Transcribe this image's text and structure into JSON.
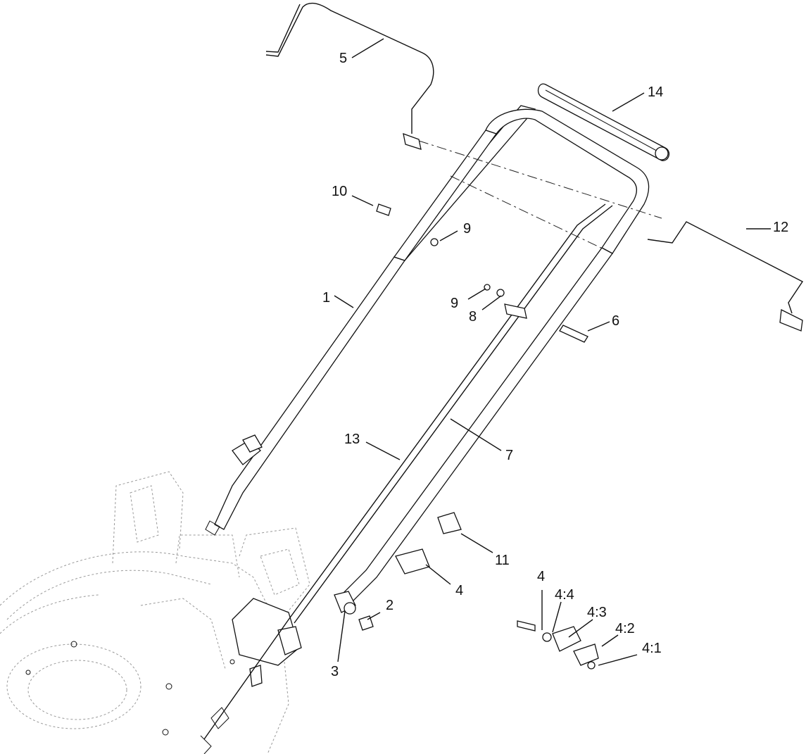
{
  "callouts": {
    "c1": "1",
    "c2": "2",
    "c3": "3",
    "c4a": "4",
    "c4b": "4",
    "c4_1": "4:1",
    "c4_2": "4:2",
    "c4_3": "4:3",
    "c4_4": "4:4",
    "c5": "5",
    "c6": "6",
    "c7": "7",
    "c8": "8",
    "c9a": "9",
    "c9b": "9",
    "c10": "10",
    "c11": "11",
    "c12": "12",
    "c13": "13",
    "c14": "14"
  }
}
